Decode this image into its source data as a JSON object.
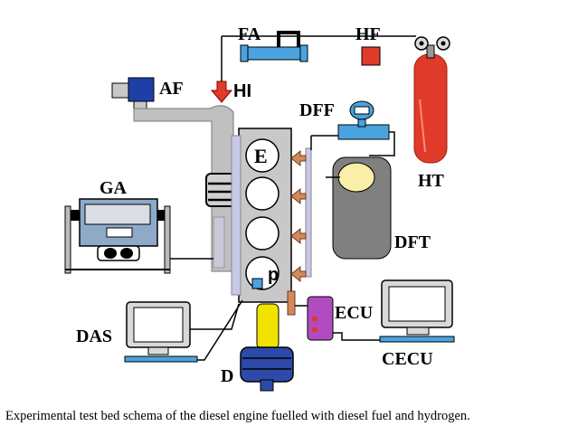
{
  "labels": {
    "fa": "FA",
    "hf": "HF",
    "af": "AF",
    "hi": "HI",
    "dff": "DFF",
    "ga": "GA",
    "e": "E",
    "p": "p",
    "ht": "HT",
    "dft": "DFT",
    "das": "DAS",
    "ecu": "ECU",
    "cecu": "CECU",
    "d": "D"
  },
  "caption": "Experimental test bed schema of the diesel engine fuelled with diesel fuel and hydrogen.",
  "colors": {
    "hydrogen_tank": "#e03a2a",
    "flow_meter": "#4aa3df",
    "air_filter": "#1f3fa8",
    "intake_pipe": "#c0c0c0",
    "engine_block": "#c8c8c8",
    "ecu": "#b04cc0",
    "dyno": "#2c4aa8",
    "coupling": "#f2e200",
    "injector_arrow": "#d4895a",
    "hydrogen_injector": "#e03a2a"
  }
}
